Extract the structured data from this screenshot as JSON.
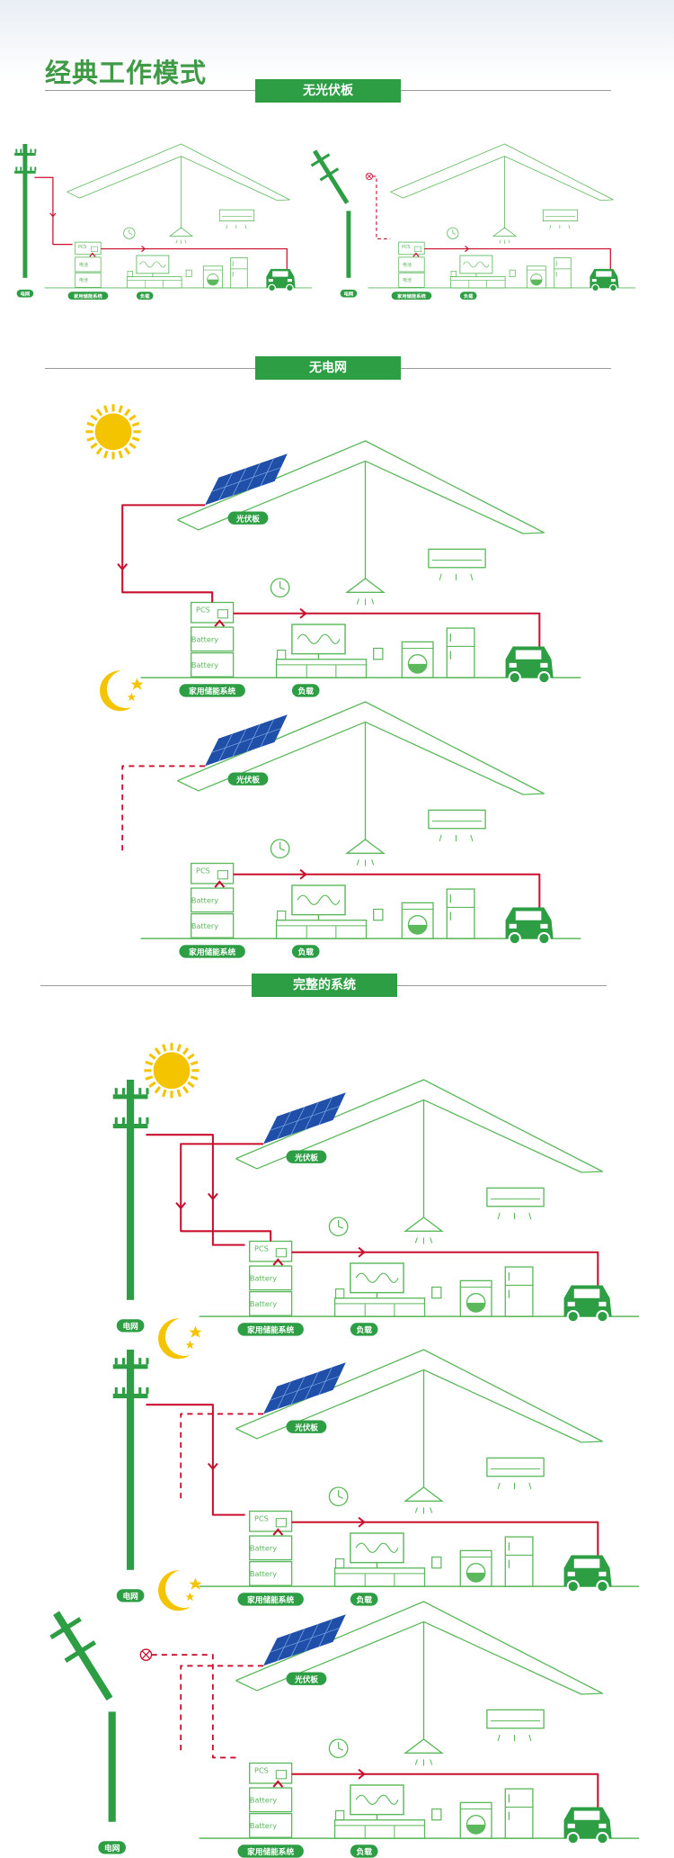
{
  "page_title": "经典工作模式",
  "sections": [
    {
      "title": "无光伏板"
    },
    {
      "title": "无电网"
    },
    {
      "title": "完整的系统"
    }
  ],
  "labels": {
    "grid": "电网",
    "storage": "家用储能系统",
    "load": "负载",
    "pv": "光伏板",
    "pcs": "PCS",
    "battery": "Battery",
    "battery_cn": "电池"
  },
  "colors": {
    "brand_green": "#2e9e45",
    "line_green": "#5cb85c",
    "power_red": "#c8102e",
    "sun_yellow": "#f5c400",
    "panel_blue": "#1f4fa8"
  }
}
